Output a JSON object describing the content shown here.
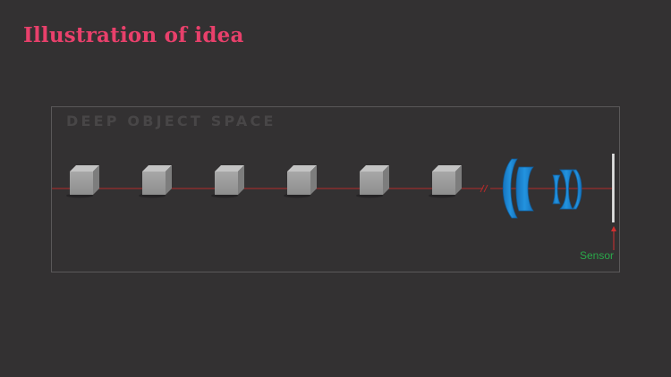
{
  "title": "Illustration of idea",
  "panel_label": "DEEP OBJECT SPACE",
  "sensor_label": "Sensor",
  "colors": {
    "title": "#e8406b",
    "optical_axis": "#b32a2a",
    "lens": "#1e88d2",
    "sensor_label": "#2aa84a",
    "cube": "#9a9a9a"
  },
  "objects": [
    {
      "label": "cube",
      "icon": "cube-icon"
    },
    {
      "label": "cube",
      "icon": "cube-icon"
    },
    {
      "label": "cube",
      "icon": "cube-icon"
    },
    {
      "label": "cube",
      "icon": "cube-icon"
    },
    {
      "label": "cube",
      "icon": "cube-icon"
    },
    {
      "label": "cube",
      "icon": "cube-icon"
    }
  ]
}
